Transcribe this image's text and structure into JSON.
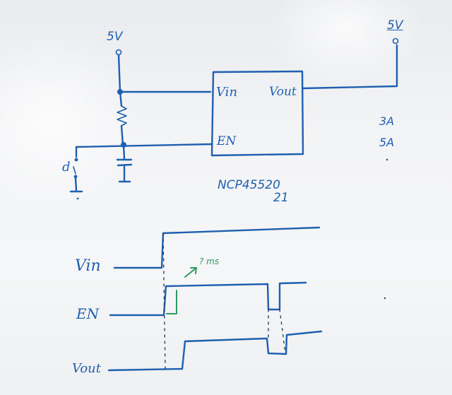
{
  "schematic": {
    "supply_left": "5V",
    "supply_right": "5V",
    "ic_pin_vin": "Vin",
    "ic_pin_vout": "Vout",
    "ic_pin_en": "EN",
    "part_number": "NCP45520",
    "part_number_alt": "21",
    "current_options": [
      "3A",
      "5A"
    ],
    "switch_label": "d"
  },
  "timing": {
    "signals": [
      "Vin",
      "EN",
      "Vout"
    ],
    "delay_note": "? ms"
  },
  "colors": {
    "ink_blue": "#1f5fb0",
    "ink_green": "#2f9a62",
    "ink_dark": "#2a3f63",
    "board": "#f3f4f6"
  }
}
